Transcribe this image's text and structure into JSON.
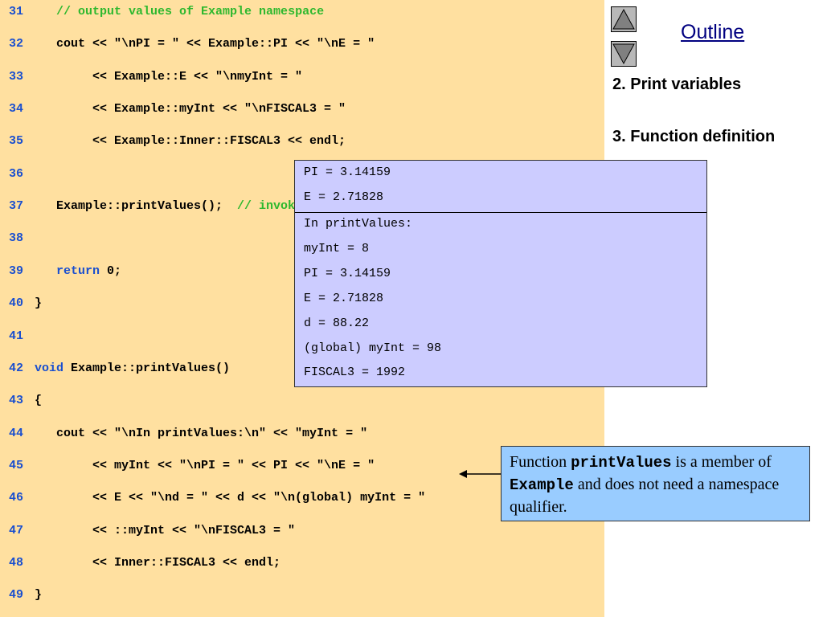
{
  "code_lines": [
    {
      "num": "31",
      "segments": [
        {
          "text": "   ",
          "style": "plain"
        },
        {
          "text": "// output values of Example namespace",
          "style": "comment"
        }
      ]
    },
    {
      "num": "32",
      "segments": [
        {
          "text": "   cout << \"\\nPI = \" << Example::PI << \"\\nE = \"",
          "style": "plain"
        }
      ]
    },
    {
      "num": "33",
      "segments": [
        {
          "text": "        << Example::E << \"\\nmyInt = \"",
          "style": "plain"
        }
      ]
    },
    {
      "num": "34",
      "segments": [
        {
          "text": "        << Example::myInt << \"\\nFISCAL3 = \"",
          "style": "plain"
        }
      ]
    },
    {
      "num": "35",
      "segments": [
        {
          "text": "        << Example::Inner::FISCAL3 << endl;",
          "style": "plain"
        }
      ]
    },
    {
      "num": "36",
      "segments": []
    },
    {
      "num": "37",
      "segments": [
        {
          "text": "   Example::printValues();  ",
          "style": "plain"
        },
        {
          "text": "// invoke printValues function",
          "style": "comment"
        }
      ]
    },
    {
      "num": "38",
      "segments": []
    },
    {
      "num": "39",
      "segments": [
        {
          "text": "   ",
          "style": "plain"
        },
        {
          "text": "return",
          "style": "keyword"
        },
        {
          "text": " 0;",
          "style": "plain"
        }
      ]
    },
    {
      "num": "40",
      "segments": [
        {
          "text": "}",
          "style": "plain"
        }
      ]
    },
    {
      "num": "41",
      "segments": []
    },
    {
      "num": "42",
      "segments": [
        {
          "text": "void",
          "style": "keyword"
        },
        {
          "text": " Example::printValues()",
          "style": "plain"
        }
      ]
    },
    {
      "num": "43",
      "segments": [
        {
          "text": "{",
          "style": "plain"
        }
      ]
    },
    {
      "num": "44",
      "segments": [
        {
          "text": "   cout << \"\\nIn printValues:\\n\" << \"myInt = \"",
          "style": "plain"
        }
      ]
    },
    {
      "num": "45",
      "segments": [
        {
          "text": "        << myInt << \"\\nPI = \" << PI << \"\\nE = \"",
          "style": "plain"
        }
      ]
    },
    {
      "num": "46",
      "segments": [
        {
          "text": "        << E << \"\\nd = \" << d << \"\\n(global) myInt = \"",
          "style": "plain"
        }
      ]
    },
    {
      "num": "47",
      "segments": [
        {
          "text": "        << ::myInt << \"\\nFISCAL3 = \"",
          "style": "plain"
        }
      ]
    },
    {
      "num": "48",
      "segments": [
        {
          "text": "        << Inner::FISCAL3 << endl;",
          "style": "plain"
        }
      ]
    },
    {
      "num": "49",
      "segments": [
        {
          "text": "}",
          "style": "plain"
        }
      ]
    }
  ],
  "colors": {
    "code_background": "#ffe0a0",
    "line_number": "#1a4fcf",
    "keyword": "#1a4fcf",
    "comment": "#2eb82e",
    "output_background": "#ccccff",
    "callout_background": "#99ccff",
    "outline_title": "#000080"
  },
  "outline": {
    "title": "Outline",
    "items": [
      "2. Print variables",
      "3. Function definition"
    ],
    "nav_up_icon": "triangle-up-icon",
    "nav_down_icon": "triangle-down-icon"
  },
  "output": {
    "top_lines": [
      "PI = 3.14159",
      "E = 2.71828"
    ],
    "bottom_lines": [
      "In printValues:",
      "myInt = 8",
      "PI = 3.14159",
      "E = 2.71828",
      "d = 88.22",
      "(global) myInt = 98",
      "FISCAL3 = 1992"
    ]
  },
  "callout": {
    "text_1": "Function ",
    "code_1": "printValues",
    "text_2": " is a member of ",
    "code_2": "Example",
    "text_3": "  and does not need a namespace qualifier."
  }
}
